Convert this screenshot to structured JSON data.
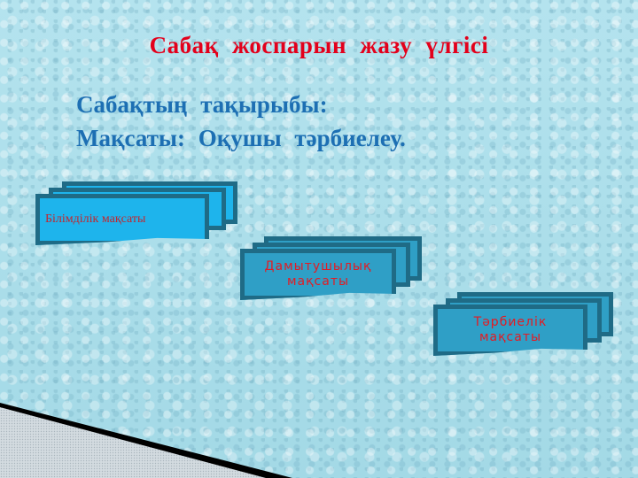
{
  "slide": {
    "title": "Сабақ  жоспарын  жазу  үлгісі",
    "topic_label": "Сабақтың  тақырыбы:",
    "goal_line": "Мақсаты:  Оқушы  тәрбиелеу.",
    "cards": [
      {
        "label": "Білімділік мақсаты"
      },
      {
        "label_line1": "Дамытушылық",
        "label_line2": "мақсаты"
      },
      {
        "label_line1": "Тәрбиелік",
        "label_line2": "мақсаты"
      }
    ]
  },
  "colors": {
    "title": "#e3001b",
    "subtitle": "#1d6fb3",
    "card_border": "#1f6b86",
    "card1_fill": "#1eb4ec",
    "card_fill": "#2f9fc6",
    "card_text": "#e31b23"
  }
}
